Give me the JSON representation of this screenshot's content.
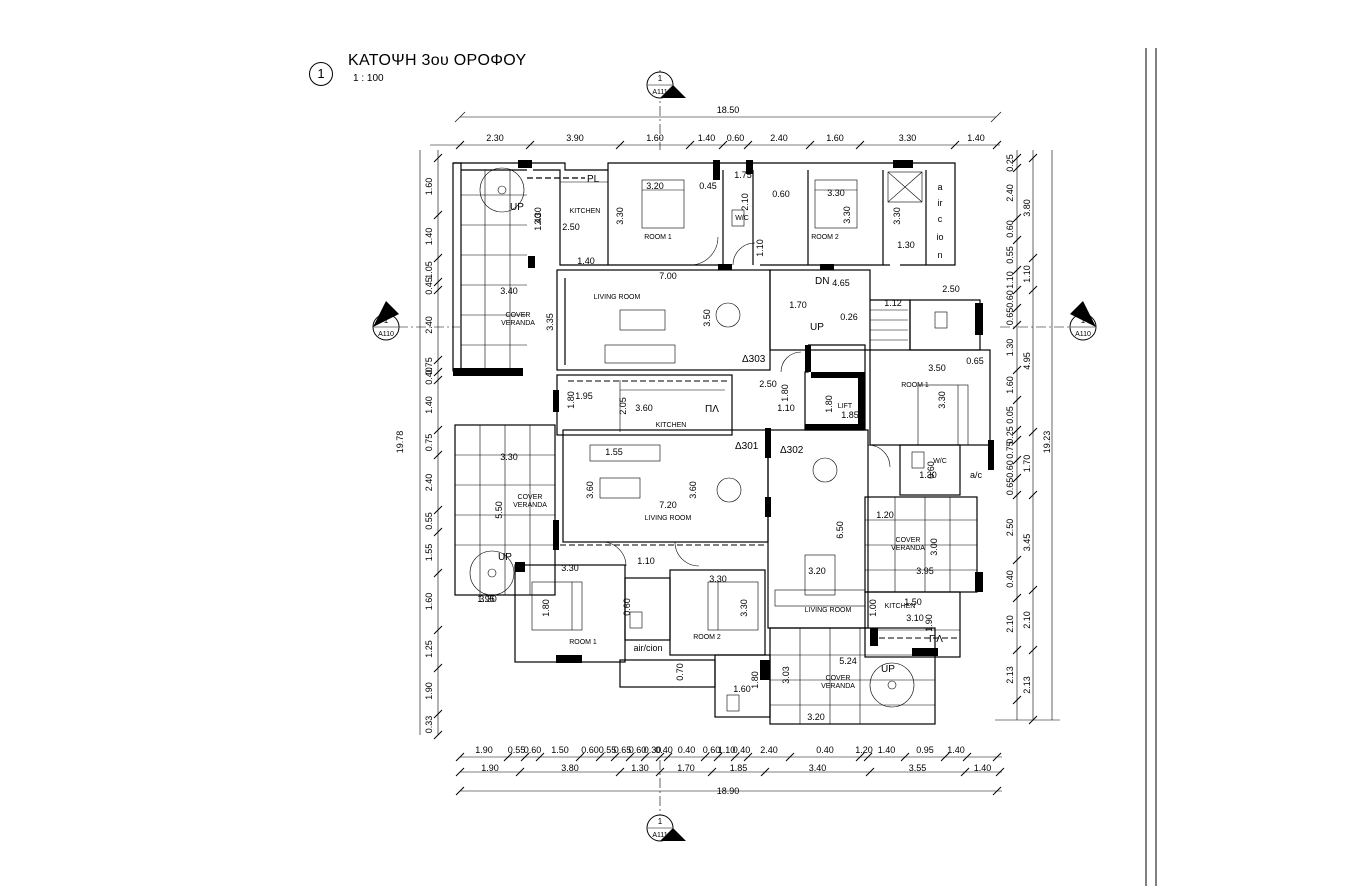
{
  "drawing": {
    "number": "1",
    "title": "ΚΑΤΟΨΗ 3ου ΟΡΟΦΟΥ",
    "scale": "1 : 100"
  },
  "section_markers": [
    {
      "name": "top",
      "num": "1",
      "ref": "A111"
    },
    {
      "name": "bottom",
      "num": "1",
      "ref": "A111"
    },
    {
      "name": "left",
      "num": "1",
      "ref": "A110"
    },
    {
      "name": "right",
      "num": "1",
      "ref": "A110"
    }
  ],
  "dims": {
    "top_total": "18.50",
    "top": [
      "2.30",
      "3.90",
      "1.60",
      "1.40",
      "0.60",
      "2.40",
      "1.60",
      "3.30",
      "1.40"
    ],
    "bottom_row1": [
      "1.90",
      "0.55",
      "0.60",
      "1.50",
      "0.60",
      "0.55",
      "0.65",
      "0.60",
      "0.30",
      "0.40",
      "0.40",
      "0.60",
      "1.10",
      "0.40",
      "2.40",
      "0.40",
      "1.20",
      "1.40",
      "0.95",
      "1.40"
    ],
    "bottom_row2": [
      "1.90",
      "3.80",
      "1.30",
      "1.70",
      "1.85",
      "3.40",
      "3.55",
      "1.40"
    ],
    "bottom_total": "18.90",
    "left_total": "19.78",
    "left": [
      "1.60",
      "1.40",
      "1.05",
      "0.45",
      "2.40",
      "0.75",
      "0.40",
      "1.40",
      "0.75",
      "2.40",
      "0.55",
      "1.55",
      "1.60",
      "1.25",
      "1.90",
      "0.33"
    ],
    "right_inner": [
      "0.25",
      "2.40",
      "0.60",
      "0.55",
      "1.10",
      "0.60",
      "0.65",
      "1.30",
      "1.60",
      "0.05",
      "0.25",
      "0.75",
      "0.60",
      "0.65",
      "2.50",
      "0.40",
      "2.10",
      "2.13"
    ],
    "right_mid": [
      "3.80",
      "1.10",
      "4.95",
      "1.70",
      "3.45",
      "2.10",
      "2.13"
    ],
    "right_total": "19.23"
  },
  "labels": {
    "kitchen_1": "KITCHEN",
    "room1_a": "ROOM 1",
    "room2_a": "ROOM 2",
    "wc_a": "W/C",
    "living_a": "LIVING ROOM",
    "veranda_a1": "COVER",
    "veranda_a2": "VERANDA",
    "kitchen_2": "KITCHEN",
    "living_b": "LIVING ROOM",
    "veranda_b1": "COVER",
    "veranda_b2": "VERANDA",
    "room1_b": "ROOM 1",
    "room2_b": "ROOM 2",
    "aircon_b": "air/cion",
    "living_c": "LIVING ROOM",
    "kitchen_3": "KITCHEN",
    "veranda_c1": "COVER",
    "veranda_c2": "VERANDA",
    "veranda_d1": "COVER",
    "veranda_d2": "VERANDA",
    "room1_c": "ROOM 1",
    "wc_c": "W/C",
    "lift": "LIFT",
    "up": "UP",
    "dn": "DN",
    "pl": "PL",
    "pl_greek": "ΠΛ",
    "ac": "a/c",
    "aircon_vert": [
      "a",
      "ir",
      "c",
      "io",
      "n"
    ],
    "apt_301": "Δ301",
    "apt_302": "Δ302",
    "apt_303": "Δ303"
  },
  "room_dims": [
    "3.30",
    "2.50",
    "1.40",
    "1.40",
    "3.20",
    "3.30",
    "0.45",
    "1.75",
    "2.10",
    "0.60",
    "3.30",
    "3.30",
    "1.10",
    "3.30",
    "1.30",
    "7.00",
    "3.40",
    "3.35",
    "3.50",
    "4.65",
    "1.70",
    "1.12",
    "0.26",
    "2.50",
    "0.65",
    "3.50",
    "3.30",
    "1.95",
    "1.80",
    "2.05",
    "3.60",
    "2.50",
    "1.80",
    "1.10",
    "1.80",
    "1.85",
    "3.30",
    "5.50",
    "1.55",
    "3.60",
    "7.20",
    "3.60",
    "1.10",
    "3.30",
    "3.30",
    "1.80",
    "0.60",
    "3.30",
    "3.30",
    "1.95",
    "0.70",
    "1.60",
    "1.80",
    "3.03",
    "5.24",
    "3.20",
    "6.50",
    "3.20",
    "1.00",
    "3.10",
    "1.90",
    "1.20",
    "3.00",
    "3.95",
    "1.50",
    "0.60",
    "1.30"
  ]
}
